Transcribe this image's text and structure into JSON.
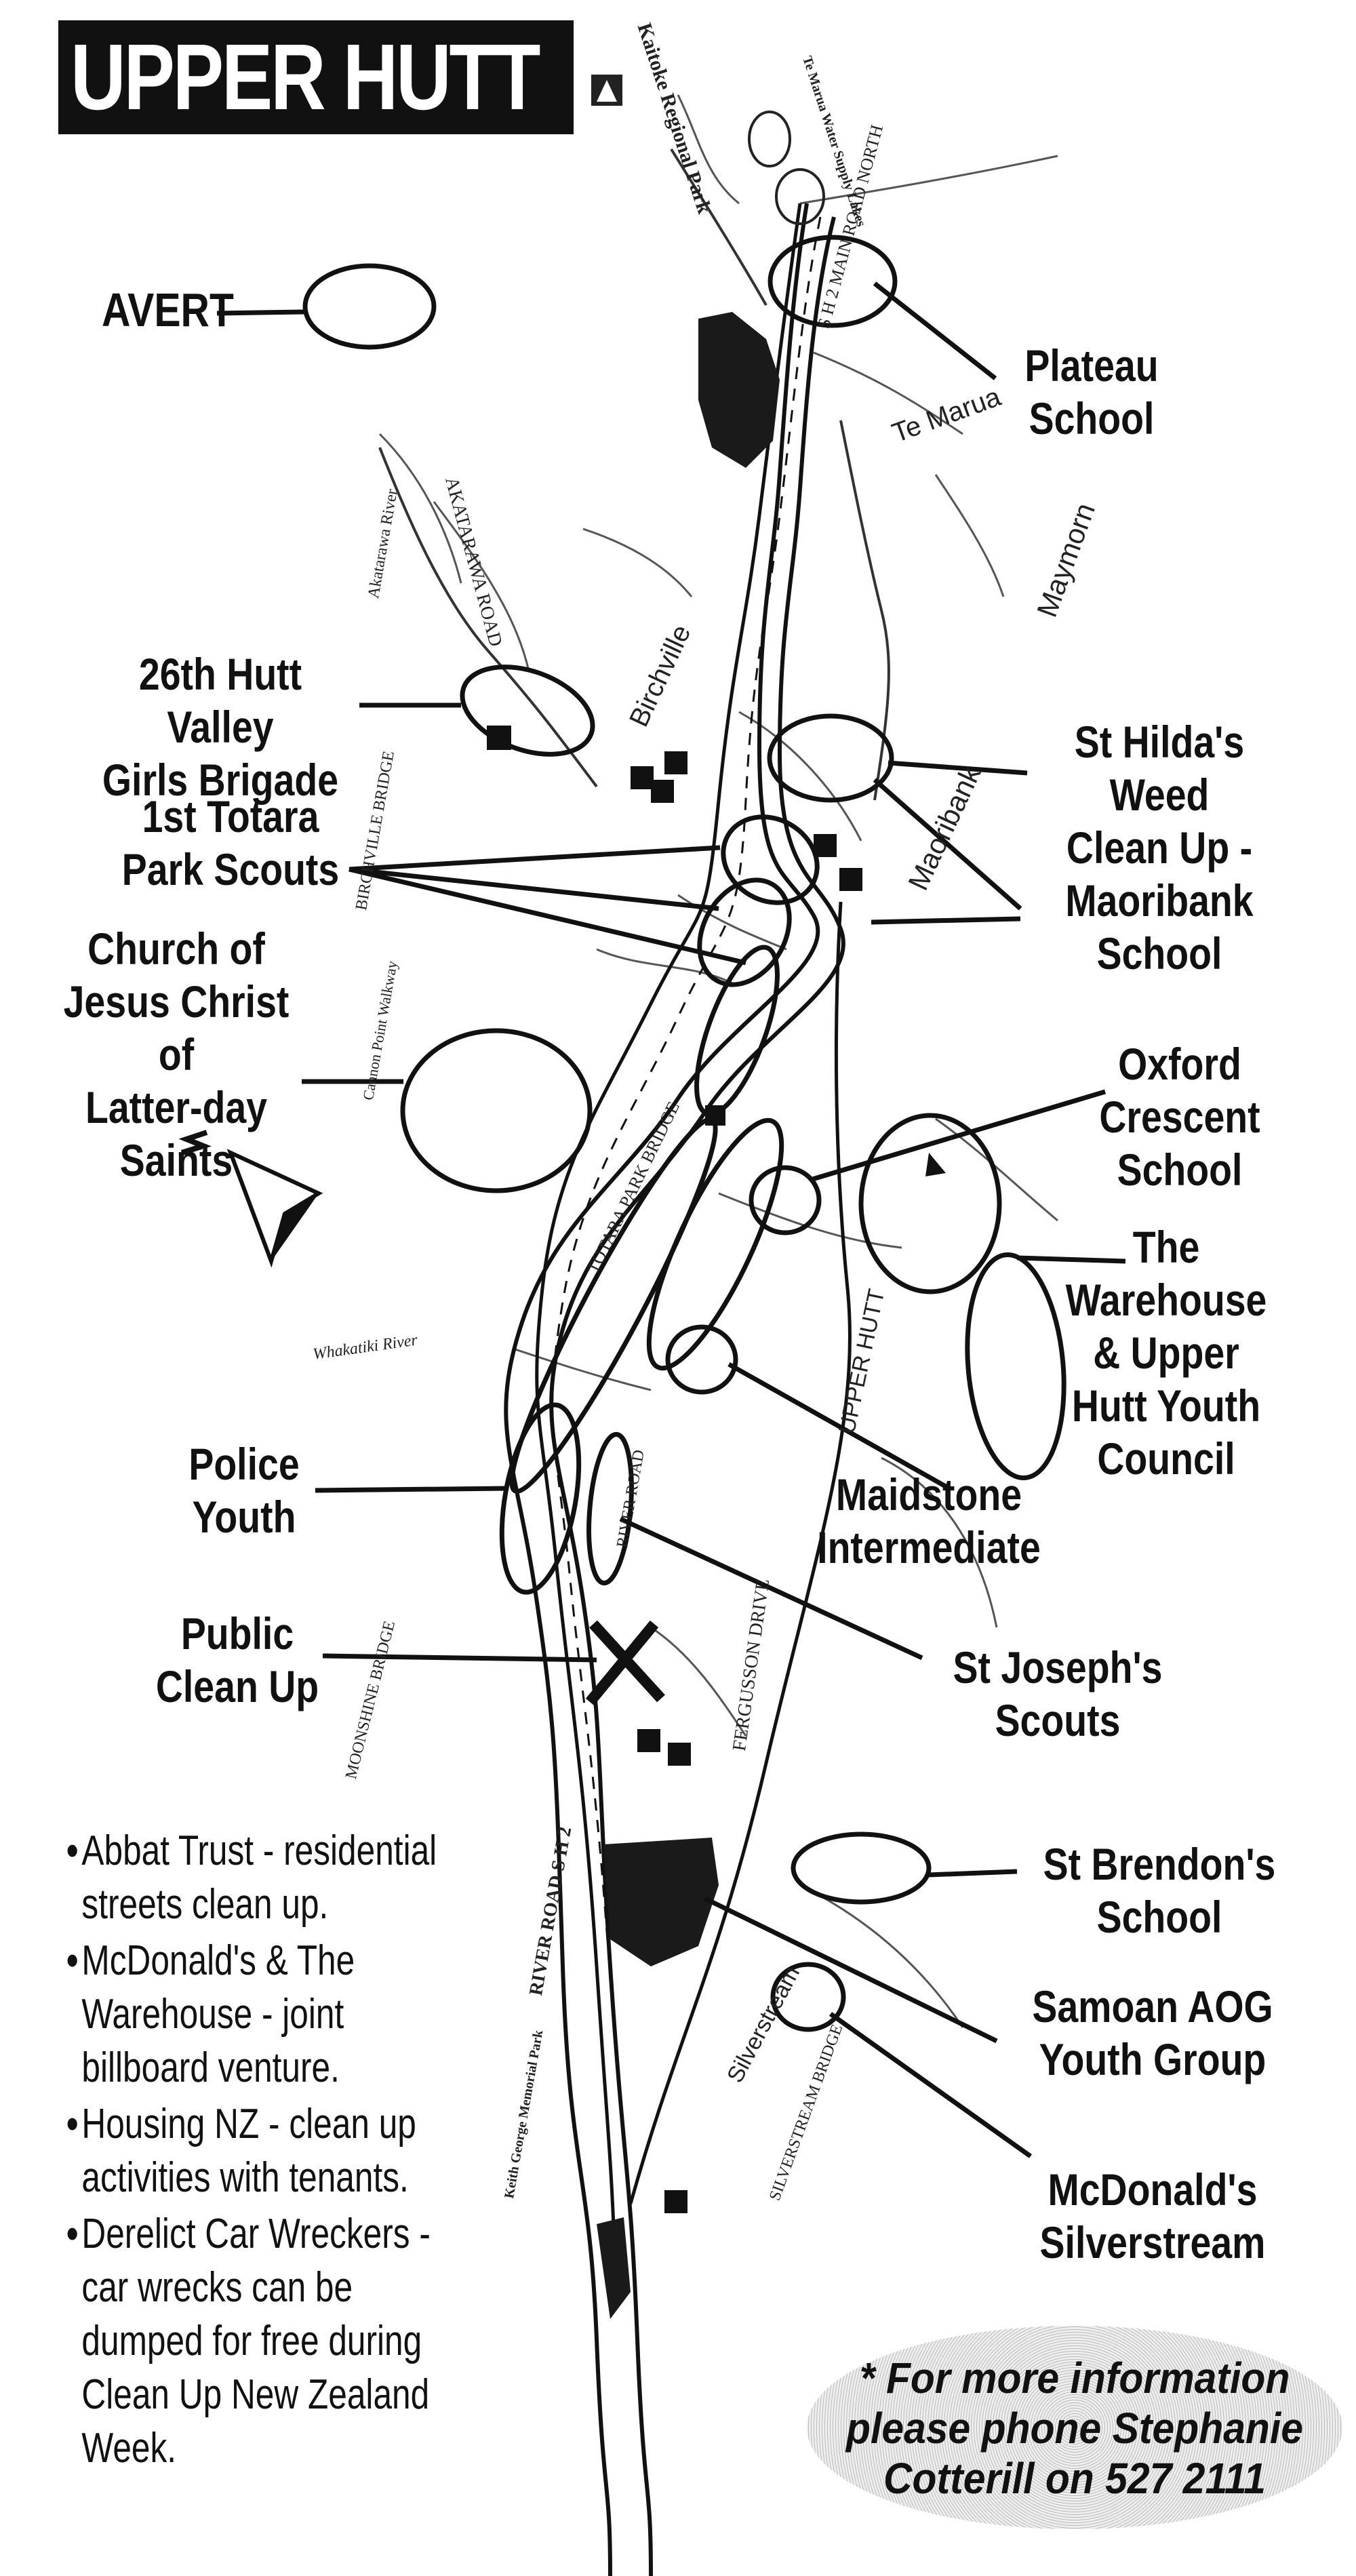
{
  "title": "UPPER HUTT",
  "labels": {
    "avert": "AVERT",
    "plateau": "Plateau\nSchool",
    "hutt_valley_girls": "26th Hutt Valley\nGirls Brigade",
    "st_hilda": "St Hilda's\nWeed\nClean Up -\nMaoribank\nSchool",
    "totara_scouts": "1st Totara\nPark Scouts",
    "church": "Church of\nJesus Christ of\nLatter-day\nSaints",
    "oxford": "Oxford\nCrescent\nSchool",
    "warehouse_youth": "The\nWarehouse\n& Upper\nHutt Youth\nCouncil",
    "police": "Police\nYouth",
    "maidstone": "Maidstone\nIntermediate",
    "public": "Public\nClean Up",
    "st_joseph": "St Joseph's\nScouts",
    "st_brendon": "St Brendon's\nSchool",
    "samoan": "Samoan AOG\nYouth Group",
    "mcdonalds": "McDonald's\nSilverstream"
  },
  "notes": [
    "Abbat Trust - residential streets clean up.",
    "McDonald's & The Warehouse - joint billboard venture.",
    "Housing NZ - clean up activities with tenants.",
    "Derelict Car Wreckers - car wrecks can be dumped for free during Clean Up New Zealand Week."
  ],
  "info": "* For more information please phone Stephanie Cotterill on 527 2111",
  "map_text": {
    "kaitoke": "Kaitoke Regional Park",
    "te_marua_lakes": "Te Marua Water Supply Lakes",
    "sh2_north": "S H 2 MAIN ROAD NORTH",
    "te_marua": "Te Marua",
    "maymorn": "Maymorn",
    "birchville": "Birchville",
    "maoribank": "Maoribank",
    "akatarawa_road": "AKATARAWA ROAD",
    "akatarawa_river": "Akatarawa River",
    "birchville_bridge": "BIRCHVILLE BRIDGE",
    "totara_park_bridge": "TOTARA PARK BRIDGE",
    "whakatiki_river": "Whakatiki River",
    "cannon_point": "Cannon Point Walkway",
    "upper_hutt": "UPPER HUTT",
    "river_road": "RIVER ROAD",
    "river_road_sh2": "RIVER ROAD S H 2",
    "fergusson_drive": "FERGUSSON DRIVE",
    "moonshine_bridge": "MOONSHINE BRIDGE",
    "silverstream": "Silverstream",
    "silverstream_bridge": "SILVERSTREAM BRIDGE",
    "keith_george": "Keith George Memorial Park"
  }
}
